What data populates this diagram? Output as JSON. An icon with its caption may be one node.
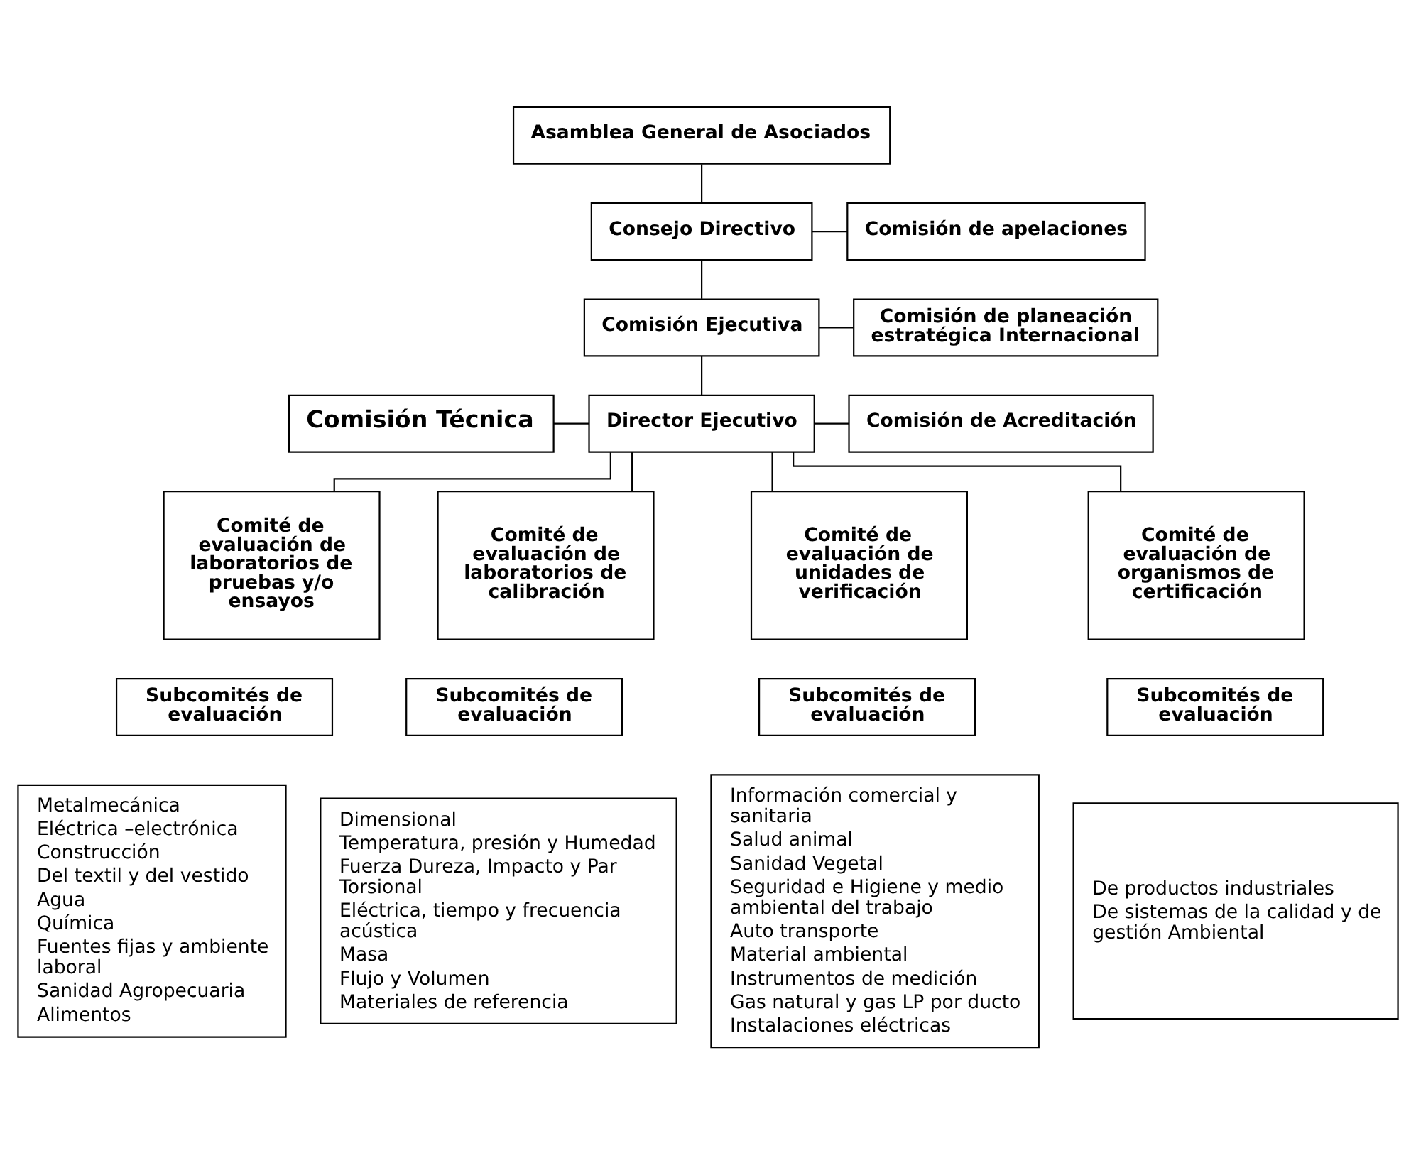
{
  "diagram": {
    "nodes": [
      {
        "text": [
          "Asamblea General de Asociados"
        ]
      },
      {
        "text": [
          "Consejo Directivo"
        ]
      },
      {
        "text": [
          "Comisión de apelaciones"
        ]
      },
      {
        "text": [
          "Comisión Ejecutiva"
        ]
      },
      {
        "text": [
          "Comisión de planeación estratégica Internacional"
        ]
      },
      {
        "text": [
          "Comisión Técnica"
        ]
      },
      {
        "text": [
          "Director Ejecutivo"
        ]
      },
      {
        "text": [
          "Comisión de Acreditación"
        ]
      },
      {
        "text": [
          "Comité de evaluación de laboratorios de pruebas y/o ensayos"
        ]
      },
      {
        "text": [
          "Comité de evaluación de laboratorios de calibración"
        ]
      },
      {
        "text": [
          "Comité de evaluación de unidades de verificación"
        ]
      },
      {
        "text": [
          "Comité de evaluación de organismos de certificación"
        ]
      },
      {
        "text": [
          "Subcomités de evaluación"
        ]
      },
      {
        "text": [
          "Subcomités de evaluación"
        ]
      },
      {
        "text": [
          "Subcomités de evaluación"
        ]
      },
      {
        "text": [
          "Subcomités de evaluación"
        ]
      },
      {
        "text": [
          "Metalmecánica",
          "Eléctrica –electrónica",
          "Construcción",
          "Del textil y del vestido",
          "Agua",
          "Química",
          "Fuentes fijas y ambiente laboral",
          "Sanidad Agropecuaria",
          "Alimentos"
        ]
      },
      {
        "text": [
          "Dimensional",
          "Temperatura, presión y Humedad",
          "Fuerza Dureza, Impacto y Par Torsional",
          "Eléctrica, tiempo y frecuencia acústica",
          "Masa",
          "Flujo y Volumen",
          "Materiales de referencia"
        ]
      },
      {
        "text": [
          "Información comercial y sanitaria",
          "Salud animal",
          "Sanidad Vegetal",
          "Seguridad e Higiene y medio ambiental del trabajo",
          "Auto transporte",
          "Material ambiental",
          "Instrumentos de medición",
          "Gas natural y gas LP por ducto",
          "Instalaciones eléctricas"
        ]
      },
      {
        "text": [
          "De productos industriales",
          "De sistemas de la calidad y de gestión Ambiental"
        ]
      }
    ],
    "edges": [
      {
        "from": 0,
        "to": 1,
        "arrow": "none"
      },
      {
        "from": 1,
        "to": 2,
        "arrow": "none"
      },
      {
        "from": 1,
        "to": 3,
        "arrow": "none"
      },
      {
        "from": 3,
        "to": 4,
        "arrow": "none"
      },
      {
        "from": 3,
        "to": 6,
        "arrow": "none"
      },
      {
        "from": 5,
        "to": 6,
        "arrow": "none"
      },
      {
        "from": 6,
        "to": 7,
        "arrow": "none"
      },
      {
        "from": 6,
        "to": 8,
        "arrow": "none"
      },
      {
        "from": 6,
        "to": 9,
        "arrow": "none"
      },
      {
        "from": 6,
        "to": 10,
        "arrow": "none"
      },
      {
        "from": 6,
        "to": 11,
        "arrow": "none"
      }
    ]
  }
}
